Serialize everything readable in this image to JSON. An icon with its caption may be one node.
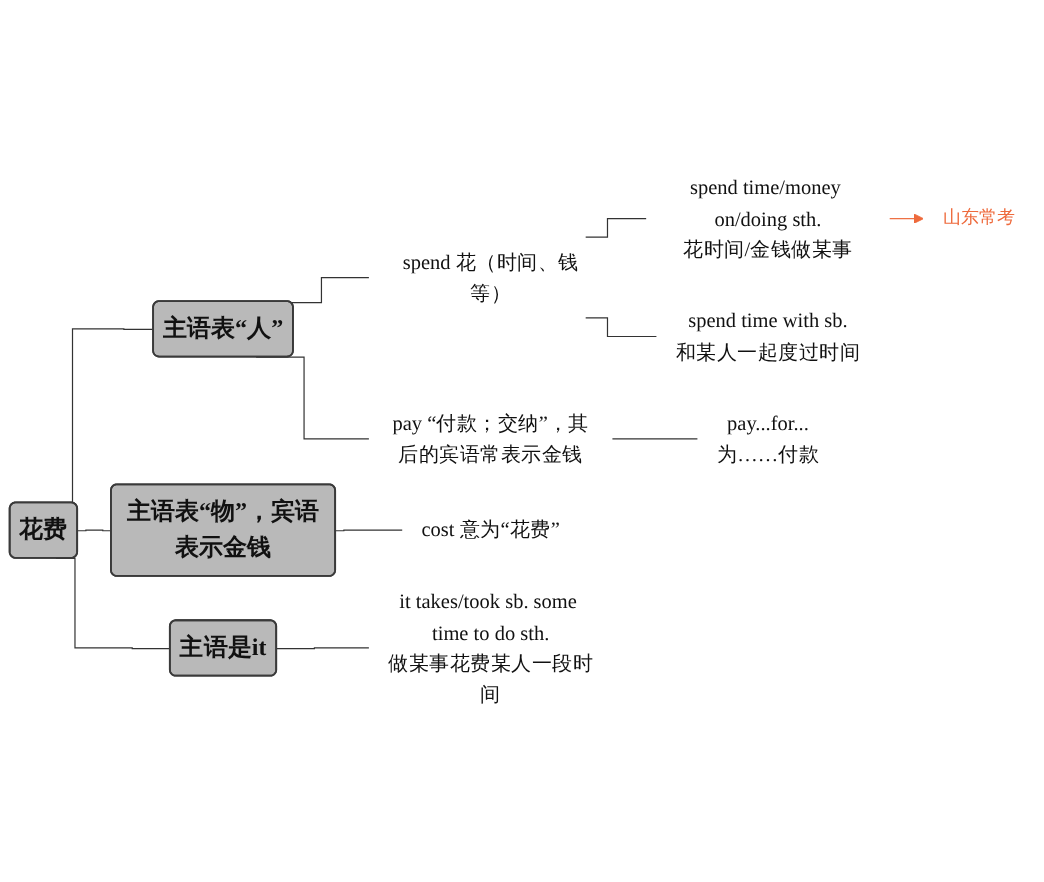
{
  "diagram": {
    "nodes": [
      {
        "text": [
          "花费"
        ]
      },
      {
        "text": [
          "主语表“人”"
        ]
      },
      {
        "text": [
          "spend 花（时间、钱等）"
        ]
      },
      {
        "text": [
          "spend time/money on/doing sth.",
          "花时间/金钱做某事"
        ]
      },
      {
        "text": [
          "山东常考"
        ]
      },
      {
        "text": [
          "spend time with sb.",
          "和某人一起度过时间"
        ]
      },
      {
        "text": [
          "pay “付款；交纳”，其后的宾语常表示金钱"
        ]
      },
      {
        "text": [
          "pay...for...",
          "为……付款"
        ]
      },
      {
        "text": [
          "主语表“物”，宾语表示金钱"
        ]
      },
      {
        "text": [
          "cost 意为“花费”"
        ]
      },
      {
        "text": [
          "主语是it"
        ]
      },
      {
        "text": [
          "it takes/took sb. some time to do sth.",
          "做某事花费某人一段时间"
        ]
      }
    ],
    "edges": [
      {
        "from": 0,
        "to": 1,
        "arrow": "none"
      },
      {
        "from": 1,
        "to": 2,
        "arrow": "none"
      },
      {
        "from": 2,
        "to": 3,
        "arrow": "none"
      },
      {
        "from": 3,
        "to": 4,
        "arrow": "to",
        "color": "#ee6a3c"
      },
      {
        "from": 2,
        "to": 5,
        "arrow": "none"
      },
      {
        "from": 1,
        "to": 6,
        "arrow": "none"
      },
      {
        "from": 6,
        "to": 7,
        "arrow": "none"
      },
      {
        "from": 0,
        "to": 8,
        "arrow": "none"
      },
      {
        "from": 8,
        "to": 9,
        "arrow": "none"
      },
      {
        "from": 0,
        "to": 10,
        "arrow": "none"
      },
      {
        "from": 10,
        "to": 11,
        "arrow": "none"
      }
    ]
  }
}
